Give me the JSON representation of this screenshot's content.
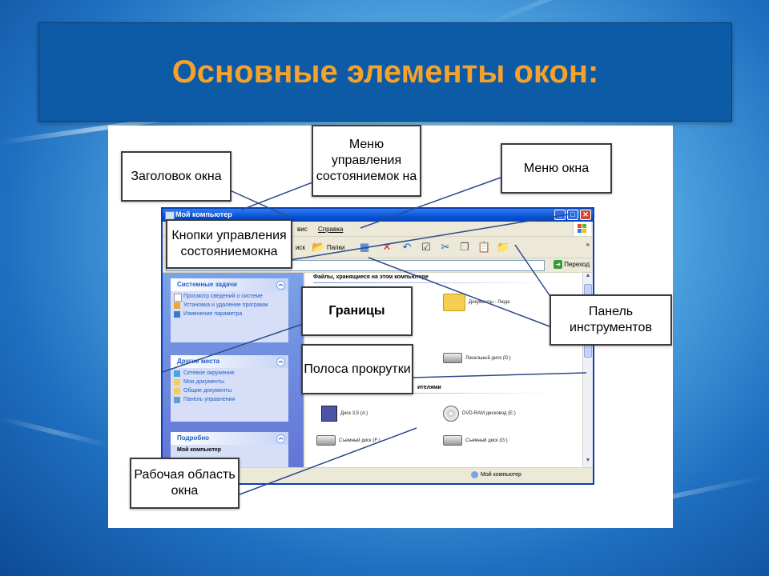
{
  "slide": {
    "title": "Основные элементы окон:"
  },
  "window": {
    "title": "Мой компьютер",
    "menu": {
      "items": [
        "вис",
        "Справка"
      ]
    },
    "toolbar": {
      "search_label": "иск",
      "folders_label": "Папки"
    },
    "address": {
      "go_label": "Переход"
    },
    "left_pane": {
      "system_tasks": {
        "title": "Системные задачи",
        "links": [
          "Просмотр сведений о системе",
          "Установка и удаление программ",
          "Изменение параметра"
        ]
      },
      "other_places": {
        "title": "Другие места",
        "links": [
          "Сетевое окружение",
          "Мои документы",
          "Общие документы",
          "Панель управления"
        ]
      },
      "details": {
        "title": "Подробно",
        "text": "Мой компьютер"
      }
    },
    "content": {
      "section_files": "Файлы, хранящиеся на этом компьютере",
      "docs_folder": "Документы - Люда",
      "local_disk": "Локальный диск (D:)",
      "section_removable_fragment": "ителями",
      "floppy": "Диск 3,5 (A:)",
      "dvd": "DVD-RAM дисковод (E:)",
      "removable_f": "Съемный диск (F:)",
      "removable_g": "Съемный диск (G:)"
    },
    "status": {
      "text": "Мой компьютер"
    }
  },
  "callouts": {
    "title_bar": "Заголовок окна",
    "state_menu": "Меню управления состояниемок на",
    "window_menu": "Меню окна",
    "state_buttons": "Кнопки управления состояниемокна",
    "borders": "Границы",
    "toolbar": "Панель инструментов",
    "scrollbar": "Полоса прокрутки",
    "work_area": "Рабочая область окна"
  }
}
